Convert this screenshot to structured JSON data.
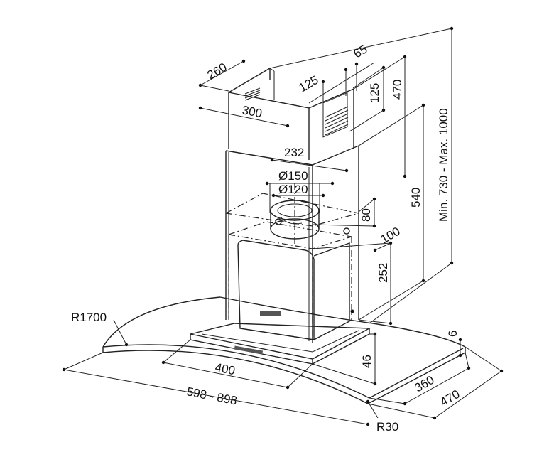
{
  "colors": {
    "line": "#222222",
    "background": "#ffffff"
  },
  "dimensions": {
    "chimney_depth": "260",
    "chimney_width": "300",
    "rear_offset": "125",
    "vent_width": "65",
    "vent_height": "125",
    "upper_height": "470",
    "total_height": "Min. 730 - Max. 1000",
    "duct_offset": "232",
    "outer_diameter": "Ø150",
    "inner_diameter": "Ø120",
    "motor_height": "540",
    "collar_height": "80",
    "motor_offset": "100",
    "body_height": "252",
    "glass_radius": "R1700",
    "glass_thickness": "6",
    "canopy_height": "46",
    "filter_width": "400",
    "glass_depth": "360",
    "overall_depth": "470",
    "overall_width": "598 - 898",
    "corner_radius": "R30"
  }
}
